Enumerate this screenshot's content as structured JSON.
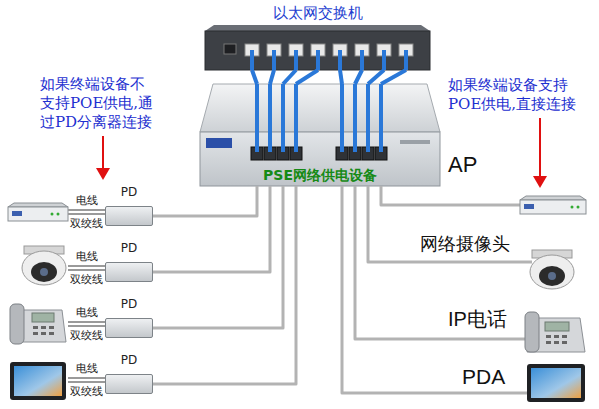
{
  "diagram": {
    "nodes": [
      {
        "text": [
          "以太网交换机"
        ]
      },
      {
        "text": [
          "PSE网络供电设备"
        ]
      },
      {
        "text": [
          "PD"
        ]
      },
      {
        "text": [
          "PD"
        ]
      },
      {
        "text": [
          "PD"
        ]
      },
      {
        "text": [
          "PD"
        ]
      },
      {
        "text": [
          "AP"
        ]
      },
      {
        "text": [
          "网络摄像头"
        ]
      },
      {
        "text": [
          "IP电话"
        ]
      },
      {
        "text": [
          "PDA"
        ]
      }
    ],
    "edges": [
      {
        "from": 0,
        "to": 1,
        "arrow": "none"
      },
      {
        "from": 0,
        "to": 1,
        "arrow": "none"
      },
      {
        "from": 0,
        "to": 1,
        "arrow": "none"
      },
      {
        "from": 0,
        "to": 1,
        "arrow": "none"
      },
      {
        "from": 0,
        "to": 1,
        "arrow": "none"
      },
      {
        "from": 0,
        "to": 1,
        "arrow": "none"
      },
      {
        "from": 0,
        "to": 1,
        "arrow": "none"
      },
      {
        "from": 0,
        "to": 1,
        "arrow": "none"
      },
      {
        "from": 1,
        "to": 2,
        "arrow": "none"
      },
      {
        "from": 1,
        "to": 3,
        "arrow": "none"
      },
      {
        "from": 1,
        "to": 4,
        "arrow": "none"
      },
      {
        "from": 1,
        "to": 5,
        "arrow": "none"
      },
      {
        "from": 1,
        "to": 6,
        "arrow": "none"
      },
      {
        "from": 1,
        "to": 7,
        "arrow": "none"
      },
      {
        "from": 1,
        "to": 8,
        "arrow": "none"
      },
      {
        "from": 1,
        "to": 9,
        "arrow": "none"
      }
    ],
    "labels": [
      "如果终端设备不支持POE供电,通过PD分离器连接",
      "如果终端设备支持POE供电,直接连接",
      "电线",
      "双绞线",
      "电线",
      "双绞线",
      "电线",
      "双绞线",
      "电线",
      "双绞线"
    ]
  }
}
